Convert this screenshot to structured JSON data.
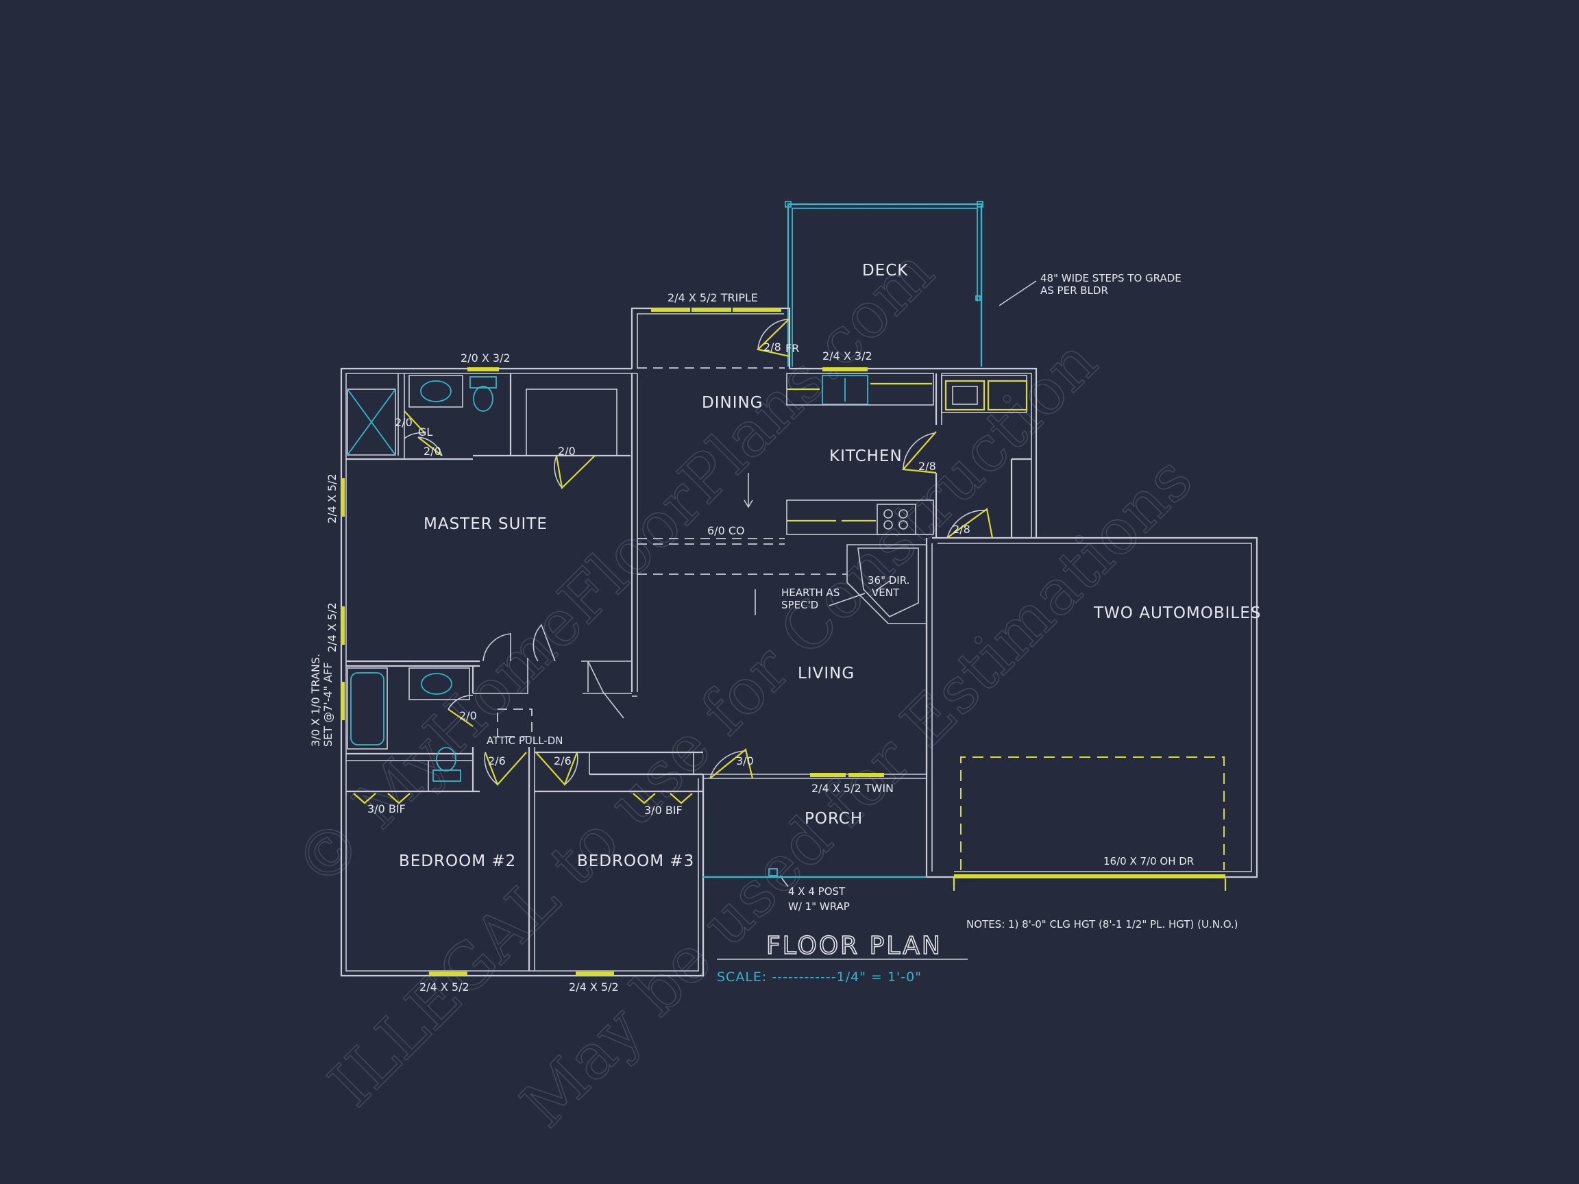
{
  "rooms": {
    "deck": "DECK",
    "dining": "DINING",
    "kitchen": "KITCHEN",
    "master_suite": "MASTER SUITE",
    "living": "LIVING",
    "garage": "TWO AUTOMOBILES",
    "porch": "PORCH",
    "bedroom2": "BEDROOM #2",
    "bedroom3": "BEDROOM #3"
  },
  "windows": {
    "triple": "2/4 X 5/2 TRIPLE",
    "kitchen": "2/4 X 3/2",
    "master_bath": "2/0 X 3/2",
    "master_w1": "2/4 X 5/2",
    "master_w2": "2/4 X 5/2",
    "transom": "3/0 X 1/0 TRANS.",
    "transom_set": "SET @7'-4\" AFF",
    "porch_twin": "2/4 X 5/2 TWIN",
    "bed2": "2/4 X 5/2",
    "bed3": "2/4 X 5/2"
  },
  "doors": {
    "fr": "2/8",
    "fr_tag": "FR",
    "kitchen_side": "2/8",
    "garage_entry": "2/8",
    "shower_gl": "2/0",
    "gl_tag": "GL",
    "wc": "2/0",
    "closet": "2/0",
    "bath2": "2/0",
    "bed2": "2/6",
    "bed3": "2/6",
    "front": "3/0",
    "bif2": "3/0 BIF",
    "bif3": "3/0 BIF",
    "co": "6/0 CO"
  },
  "notes": {
    "steps_1": "48\" WIDE STEPS TO GRADE",
    "steps_2": "AS PER BLDR",
    "hearth_1": "HEARTH AS",
    "hearth_2": "SPEC'D",
    "vent_1": "36\" DIR.",
    "vent_2": "VENT",
    "attic": "ATTIC PULL-DN",
    "post_1": "4 X 4 POST",
    "post_2": "W/ 1\" WRAP",
    "oh_door": "16/0 X 7/0 OH DR",
    "general": "NOTES:  1)  8'-0\" CLG HGT (8'-1 1/2\" PL. HGT) (U.N.O.)"
  },
  "title": {
    "main": "FLOOR PLAN",
    "scale": "SCALE: ------------1/4\" = 1'-0\""
  },
  "watermark": {
    "line1": "© MyHomeFloorPlans.com",
    "line2": "ILLEGAL to use for Construction",
    "line3": "May be used for Estimations"
  },
  "colors": {
    "background": "#262a3d",
    "walls": "#c9ccd6",
    "cyan": "#2fb8c9",
    "yellow": "#d8dc2a"
  }
}
